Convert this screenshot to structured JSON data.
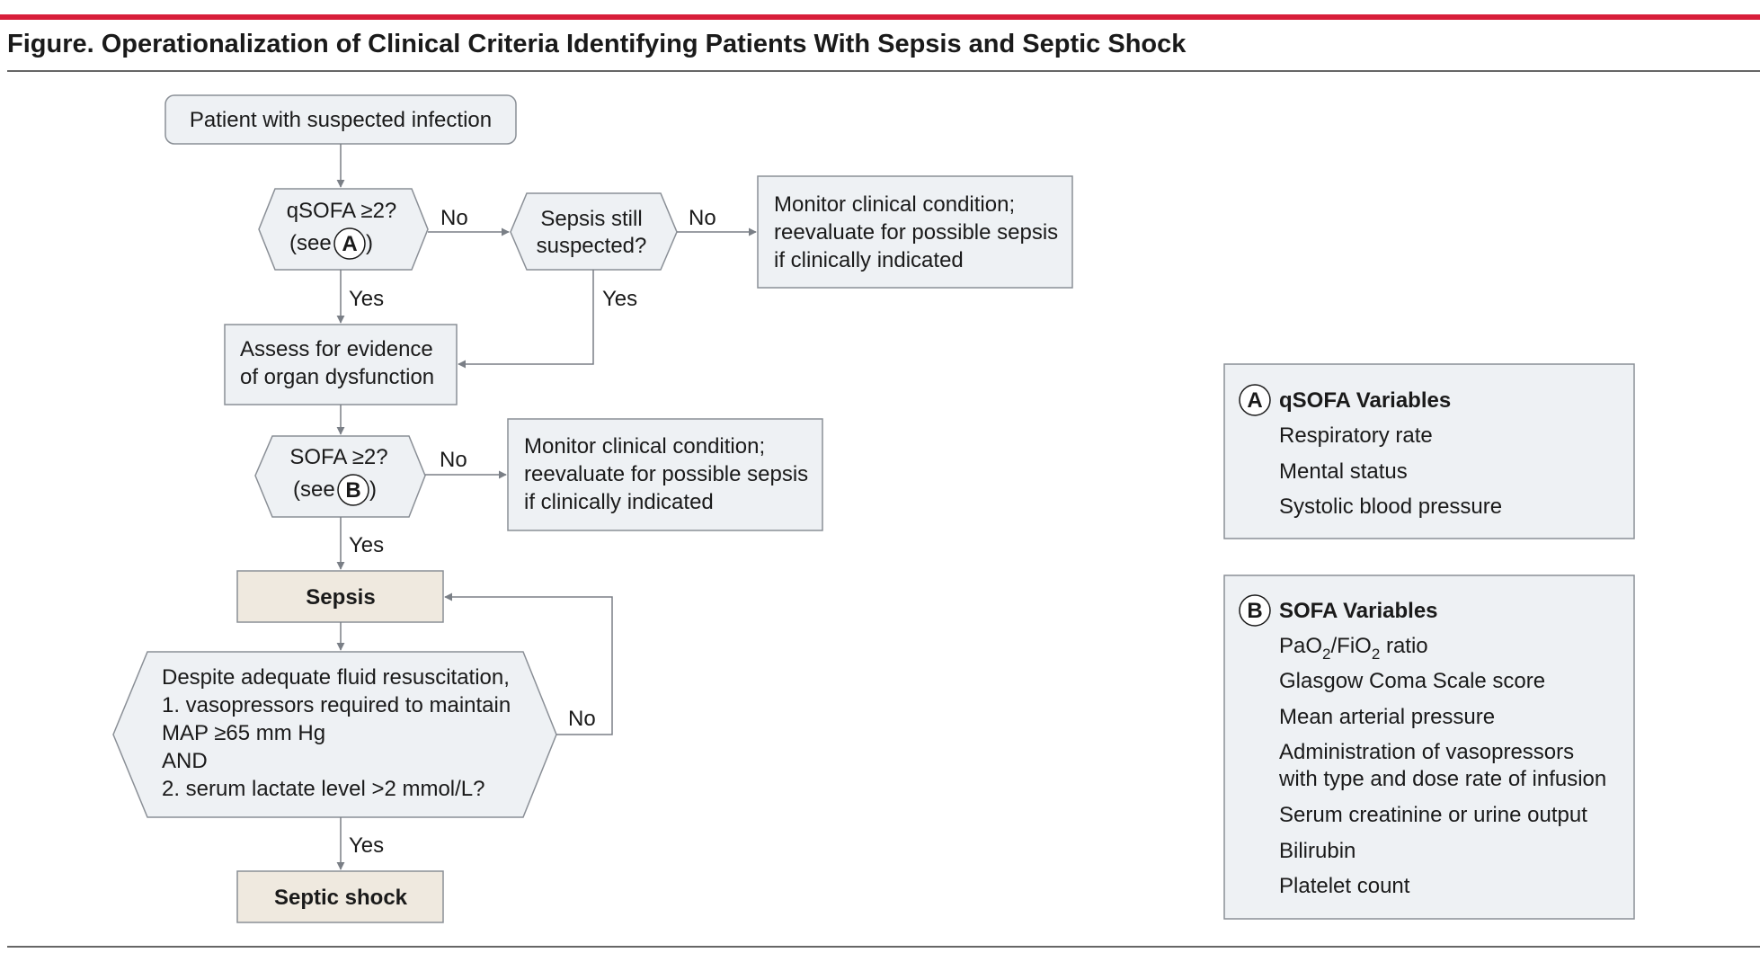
{
  "figure_title": "Figure. Operationalization of Clinical Criteria Identifying Patients With Sepsis and Septic Shock",
  "colors": {
    "accent": "#d81e3a",
    "box_fill": "#eef1f4",
    "box_stroke": "#8a8f96",
    "outcome_fill": "#efe9df",
    "arrow": "#7a7f86"
  },
  "flow": {
    "start": "Patient with suspected infection",
    "qsofa_q_line1": "qSOFA ≥2?",
    "qsofa_q_see": "(see",
    "qsofa_q_marker": "A",
    "qsofa_q_close": ")",
    "still_suspected_line1": "Sepsis still",
    "still_suspected_line2": "suspected?",
    "monitor1": [
      "Monitor clinical condition;",
      "reevaluate for possible sepsis",
      "if clinically indicated"
    ],
    "assess": [
      "Assess for evidence",
      "of organ dysfunction"
    ],
    "sofa_q_line1": "SOFA ≥2?",
    "sofa_q_see": "(see",
    "sofa_q_marker": "B",
    "sofa_q_close": ")",
    "monitor2": [
      "Monitor clinical condition;",
      "reevaluate for possible sepsis",
      "if clinically indicated"
    ],
    "sepsis": "Sepsis",
    "shock_question": [
      "Despite adequate fluid resuscitation,",
      "1. vasopressors required to maintain",
      "MAP ≥65 mm Hg",
      "AND",
      "2. serum lactate level >2 mmol/L?"
    ],
    "septic_shock": "Septic shock",
    "yes": "Yes",
    "no": "No"
  },
  "panel_a": {
    "marker": "A",
    "title": "qSOFA Variables",
    "items": [
      "Respiratory rate",
      "Mental status",
      "Systolic blood pressure"
    ]
  },
  "panel_b": {
    "marker": "B",
    "title": "SOFA Variables",
    "item1_pa": "PaO",
    "item1_sub1": "2",
    "item1_fi": "/FiO",
    "item1_sub2": "2",
    "item1_ratio": " ratio",
    "items": [
      "Glasgow Coma Scale score",
      "Mean arterial pressure"
    ],
    "item_admin": [
      "Administration of vasopressors",
      "with type and dose rate of infusion"
    ],
    "items_end": [
      "Serum creatinine or urine output",
      "Bilirubin",
      "Platelet count"
    ]
  }
}
